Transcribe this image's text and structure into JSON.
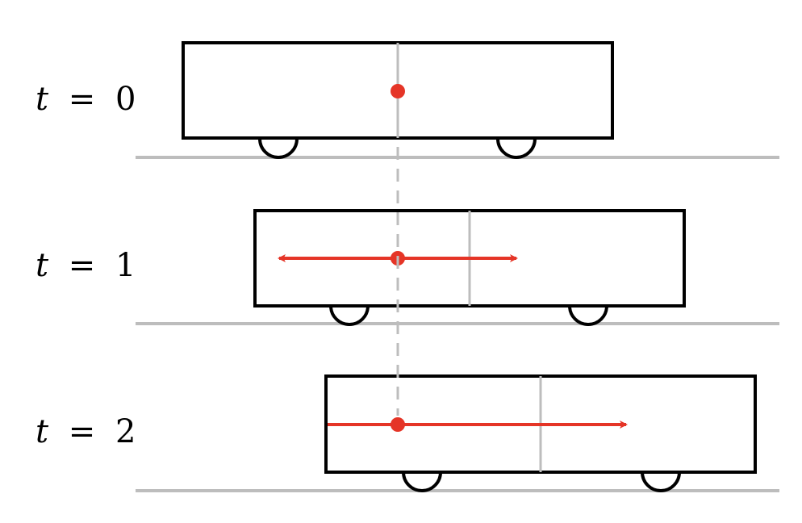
{
  "diagram": {
    "labels": {
      "t0": {
        "var": "t",
        "op": "=",
        "val": "0"
      },
      "t1": {
        "var": "t",
        "op": "=",
        "val": "1"
      },
      "t2": {
        "var": "t",
        "op": "=",
        "val": "2"
      }
    },
    "colors": {
      "outline": "#000000",
      "ground": "#bdbdbd",
      "midline": "#bdbdbd",
      "reference_dashed": "#bdbdbd",
      "light_point": "#e53527",
      "light_ray": "#e53527"
    }
  }
}
